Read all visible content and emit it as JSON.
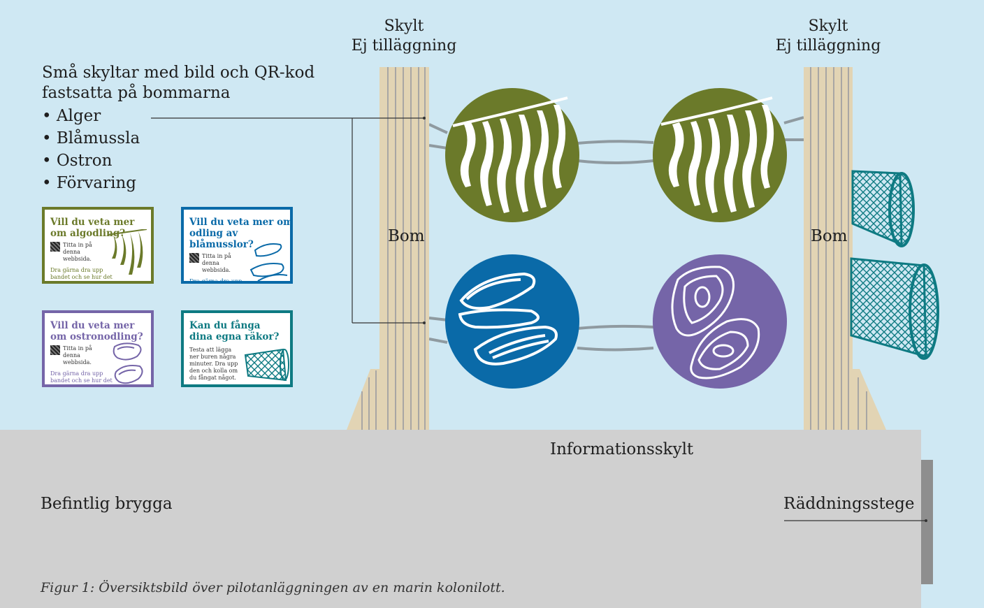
{
  "signs": {
    "left": {
      "line1": "Skylt",
      "line2": "Ej tilläggning"
    },
    "right": {
      "line1": "Skylt",
      "line2": "Ej tilläggning"
    }
  },
  "intro": {
    "line1": "Små skyltar med bild och QR-kod",
    "line2": "fastsatta på bommarna",
    "bullets": [
      "Alger",
      "Blåmussla",
      "Ostron",
      "Förvaring"
    ]
  },
  "cards": [
    {
      "title": "Vill du veta mer om algodling?",
      "sub": "Titta in på denna webbsida.",
      "body": "Dra gärna dra upp bandet och se hur det ser ut!",
      "color": "#6b7a2a",
      "icon": "seaweed-icon"
    },
    {
      "title": "Vill du veta mer om odling av blåmusslor?",
      "sub": "Titta in på denna webbsida.",
      "body": "Dra gärna dra upp bandet och se hur det ser ut!",
      "color": "#0a6aa8",
      "icon": "mussel-icon"
    },
    {
      "title": "Vill du veta mer om ostronodling?",
      "sub": "Titta in på denna webbsida.",
      "body": "Dra gärna dra upp bandet och se hur det ser ut!",
      "color": "#7565a8",
      "icon": "oyster-icon"
    },
    {
      "title": "Kan du fånga dina egna räkor?",
      "sub": "",
      "body": "Testa att lägga ner buren några minuter. Dra upp den och kolla om du fångat något.",
      "color": "#0e7a82",
      "icon": "trap-icon"
    }
  ],
  "boom_label_left": "Bom",
  "boom_label_right": "Bom",
  "info_sign": "Informationsskylt",
  "dock_label": "Befintlig brygga",
  "ladder_label": "Räddningsstege",
  "caption": "Figur 1: Översiktsbild över pilotanläggningen av en marin kolonilott.",
  "colors": {
    "water": "#cfe8f3",
    "wood": "#e2d4b4",
    "algae": "#6b7a2a",
    "mussel": "#0a6aa8",
    "oyster": "#7565a8",
    "trap": "#0e7a82",
    "dock": "#d0d0d0"
  }
}
